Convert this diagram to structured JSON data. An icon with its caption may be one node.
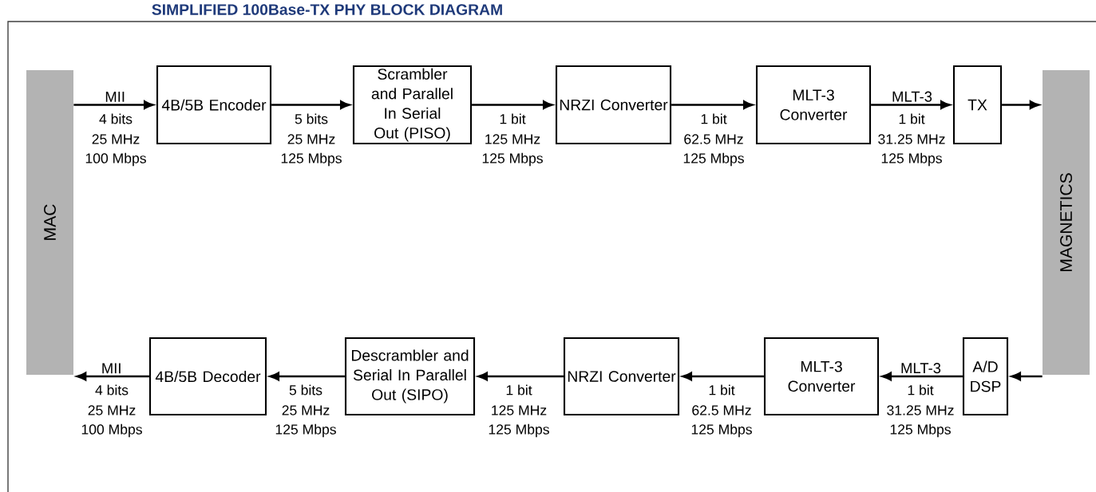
{
  "diagram": {
    "title": "SIMPLIFIED 100Base-TX PHY BLOCK DIAGRAM",
    "nodes": [
      {
        "text": [
          "MAC"
        ]
      },
      {
        "text": [
          "4B/5B Encoder"
        ]
      },
      {
        "text": [
          "Scrambler and Parallel In Serial Out (PISO)"
        ]
      },
      {
        "text": [
          "NRZI Converter"
        ]
      },
      {
        "text": [
          "MLT-3 Converter"
        ]
      },
      {
        "text": [
          "TX"
        ]
      },
      {
        "text": [
          "MAGNETICS"
        ]
      },
      {
        "text": [
          "4B/5B Decoder"
        ]
      },
      {
        "text": [
          "Descrambler and Serial In Parallel Out (SIPO)"
        ]
      },
      {
        "text": [
          "NRZI Converter"
        ]
      },
      {
        "text": [
          "MLT-3 Converter"
        ]
      },
      {
        "text": [
          "A/D DSP"
        ]
      }
    ],
    "edges": [
      {
        "from": 0,
        "to": 1,
        "arrow": "to",
        "label": "MII"
      },
      {
        "from": 1,
        "to": 2,
        "arrow": "to"
      },
      {
        "from": 2,
        "to": 3,
        "arrow": "to"
      },
      {
        "from": 3,
        "to": 4,
        "arrow": "to"
      },
      {
        "from": 4,
        "to": 5,
        "arrow": "to",
        "label": "MLT-3"
      },
      {
        "from": 5,
        "to": 6,
        "arrow": "to"
      },
      {
        "from": 6,
        "to": 11,
        "arrow": "to"
      },
      {
        "from": 11,
        "to": 10,
        "arrow": "to",
        "label": "MLT-3"
      },
      {
        "from": 10,
        "to": 9,
        "arrow": "to"
      },
      {
        "from": 9,
        "to": 8,
        "arrow": "to"
      },
      {
        "from": 8,
        "to": 7,
        "arrow": "to"
      },
      {
        "from": 7,
        "to": 0,
        "arrow": "to",
        "label": "MII"
      }
    ],
    "labels": [
      "4 bits",
      "25 MHz",
      "100 Mbps",
      "5 bits",
      "25 MHz",
      "125 Mbps",
      "1 bit",
      "125 MHz",
      "125 Mbps",
      "1 bit",
      "62.5 MHz",
      "125 Mbps",
      "1 bit",
      "31.25 MHz",
      "125 Mbps",
      "1 bit",
      "31.25 MHz",
      "125 Mbps",
      "1 bit",
      "62.5 MHz",
      "125 Mbps",
      "1 bit",
      "125 MHz",
      "125 Mbps",
      "5 bits",
      "25 MHz",
      "125 Mbps",
      "4 bits",
      "25 MHz",
      "100 Mbps"
    ]
  }
}
